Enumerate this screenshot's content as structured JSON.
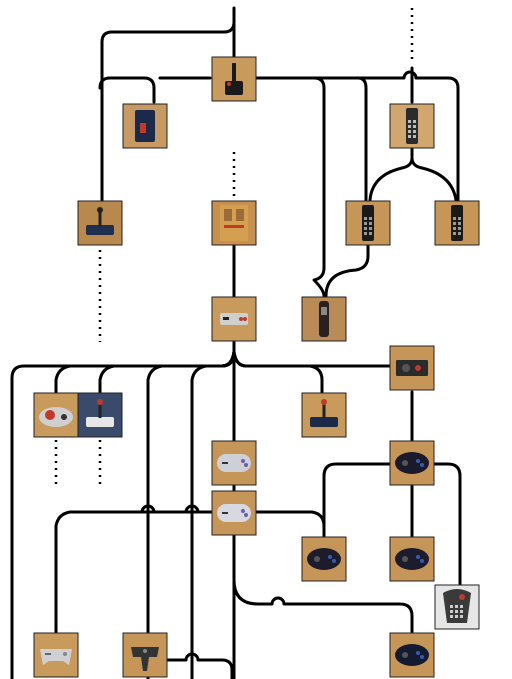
{
  "diagram": {
    "type": "controller-family-tree",
    "nodes": [
      {
        "id": "atari-cx40-joystick",
        "kind": "joystick",
        "bg": "#c89a5c",
        "body": "#1a1a1a",
        "accent": "#c0392b"
      },
      {
        "id": "paddle-controller",
        "kind": "paddle",
        "bg": "#c79a63",
        "body": "#1c2a4a",
        "accent": "#c0392b"
      },
      {
        "id": "intellivision-controller",
        "kind": "keypad",
        "bg": "#d2a66f",
        "body": "#2b2b2b",
        "accent": "#bbbbbb"
      },
      {
        "id": "colecovision-style-joystick",
        "kind": "joystick-base",
        "bg": "#b9884f",
        "body": "#1f2f4f",
        "accent": "#222222"
      },
      {
        "id": "game-and-watch",
        "kind": "handheld",
        "bg": "#c98f4f",
        "body": "#d4a050",
        "accent": "#c0392b"
      },
      {
        "id": "coleco-keypad-left",
        "kind": "keypad",
        "bg": "#c59658",
        "body": "#1a1a1a",
        "accent": "#999999"
      },
      {
        "id": "coleco-keypad-right",
        "kind": "keypad",
        "bg": "#c59658",
        "body": "#1a1a1a",
        "accent": "#999999"
      },
      {
        "id": "nes-controller",
        "kind": "nes-pad",
        "bg": "#c89a5c",
        "body": "#cfcfcf",
        "accent": "#c0392b"
      },
      {
        "id": "vectrex-controller",
        "kind": "stick",
        "bg": "#b98b56",
        "body": "#2a2020",
        "accent": "#888888"
      },
      {
        "id": "arcade-panel",
        "kind": "panel",
        "bg": "#c59658",
        "body": "#2b2b2b",
        "accent": "#c0392b"
      },
      {
        "id": "famicom-pad-red",
        "kind": "round-pad",
        "bg": "#c89a5c",
        "body": "#cfcfcf",
        "accent": "#c0392b"
      },
      {
        "id": "nes-advantage",
        "kind": "joystick-base",
        "bg": "#3a4a6a",
        "body": "#e6e6e6",
        "accent": "#c0392b"
      },
      {
        "id": "master-system-joystick",
        "kind": "joystick-base",
        "bg": "#c89a5c",
        "body": "#1c2a4a",
        "accent": "#c0392b"
      },
      {
        "id": "snes-controller",
        "kind": "snes-pad",
        "bg": "#c59658",
        "body": "#cfcfd8",
        "accent": "#6b5fa8"
      },
      {
        "id": "snes-controller-alt",
        "kind": "snes-pad",
        "bg": "#c59658",
        "body": "#d8d8e0",
        "accent": "#6b5fa8"
      },
      {
        "id": "saturn-pad",
        "kind": "dark-pad",
        "bg": "#c59658",
        "body": "#1a1a2a",
        "accent": "#3a5ab0"
      },
      {
        "id": "genesis-3-button",
        "kind": "dark-pad",
        "bg": "#c59658",
        "body": "#1c1c2c",
        "accent": "#3a5ab0"
      },
      {
        "id": "genesis-6-button",
        "kind": "dark-pad",
        "bg": "#c59658",
        "body": "#1c1c2c",
        "accent": "#3a5ab0"
      },
      {
        "id": "jaguar-controller",
        "kind": "keypad-pad",
        "bg": "#e6e6e6",
        "body": "#3a3a3a",
        "accent": "#c0392b"
      },
      {
        "id": "playstation-controller",
        "kind": "ps-pad",
        "bg": "#c89a5c",
        "body": "#cfcfd4",
        "accent": "#888888"
      },
      {
        "id": "nintendo-64-controller",
        "kind": "n64-pad",
        "bg": "#c59658",
        "body": "#333333",
        "accent": "#888888"
      },
      {
        "id": "dreamcast-pad",
        "kind": "dark-pad",
        "bg": "#c59658",
        "body": "#141a30",
        "accent": "#3a5ab0"
      }
    ]
  }
}
